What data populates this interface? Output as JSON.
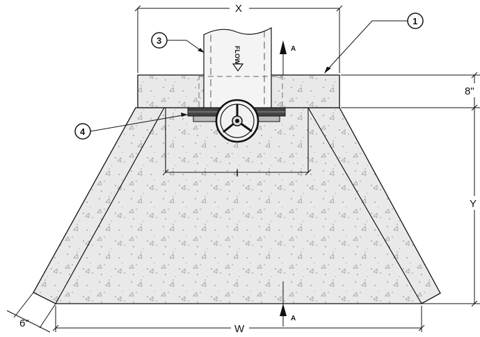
{
  "drawing": {
    "dimensions": {
      "x": "X",
      "i": "I",
      "y": "Y",
      "w": "W",
      "eight_inch": "8\"",
      "six_inch": "6\""
    },
    "callouts": [
      {
        "number": "1"
      },
      {
        "number": "3"
      },
      {
        "number": "4"
      }
    ],
    "section_markers": {
      "top": "A",
      "bottom": "A"
    },
    "flow_label": "FLOW"
  }
}
